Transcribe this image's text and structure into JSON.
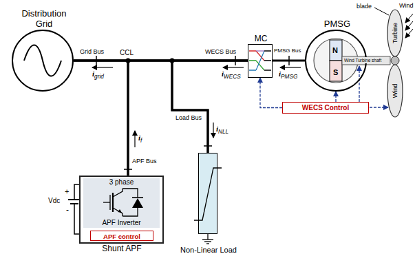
{
  "diagram": {
    "nodes": [
      {
        "text": [
          "Distribution Grid"
        ]
      },
      {
        "text": [
          "MC"
        ]
      },
      {
        "text": [
          "PMSG"
        ]
      },
      {
        "text": [
          "WECS Control"
        ]
      },
      {
        "text": [
          "3 phase",
          "APF Inverter",
          "Shunt APF"
        ]
      },
      {
        "text": [
          "APF control"
        ],
        "in": 4
      },
      {
        "text": [
          "Non-Linear Load"
        ]
      }
    ],
    "edges": [
      {
        "from": 0,
        "to": 1,
        "arrow": "none"
      },
      {
        "from": 1,
        "to": 2,
        "arrow": "none"
      },
      {
        "from": 4,
        "to": 0,
        "arrow": "none"
      },
      {
        "from": 4,
        "to": 1,
        "arrow": "none"
      },
      {
        "from": 6,
        "to": 0,
        "arrow": "none"
      },
      {
        "from": 6,
        "to": 1,
        "arrow": "none"
      },
      {
        "from": 3,
        "to": 1,
        "arrow": "to"
      },
      {
        "from": 3,
        "to": 2,
        "arrow": "to"
      }
    ],
    "labels": [
      "Grid Bus",
      "igrid",
      "CCL",
      "WECS Bus",
      "iWECS",
      "PMSG Bus",
      "iPMSG",
      "N",
      "S",
      "Wind Turbine shaft",
      "Turbine",
      "Wind",
      "blade",
      "Wind",
      "APF Bus",
      "if",
      "Load Bus",
      "iNLL",
      "Vdc",
      "+",
      "-"
    ]
  }
}
